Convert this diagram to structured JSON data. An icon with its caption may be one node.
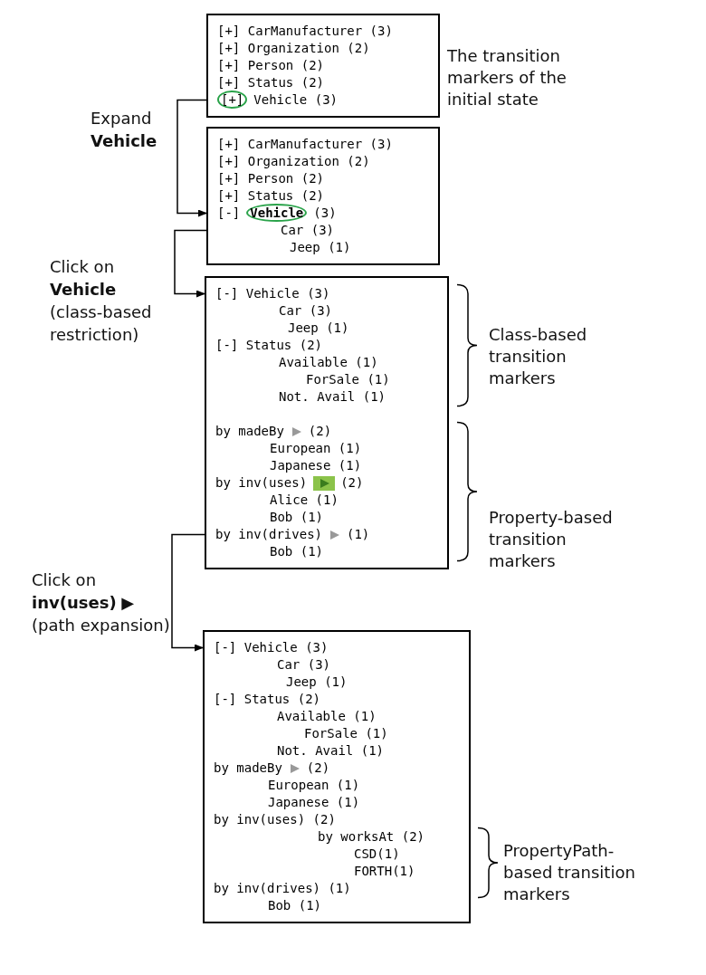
{
  "diagram": {
    "nodes": [
      {
        "text": [
          "[+] CarManufacturer (3)",
          "[+] Organization (2)",
          "[+] Person (2)",
          "[+] Status (2)",
          "[+]",
          "Vehicle (3)"
        ],
        "beside": [
          "The transition markers of the initial state"
        ]
      },
      {
        "text": [
          "[+] CarManufacturer (3)",
          "[+] Organization (2)",
          "[+] Person (2)",
          "[+] Status (2)",
          "[-]",
          "Vehicle",
          "(3)",
          "Car (3)",
          "Jeep (1)"
        ]
      },
      {
        "text": [
          "[-] Vehicle (3)",
          "Car (3)",
          "Jeep (1)",
          "[-] Status (2)",
          "Available (1)",
          "ForSale (1)",
          "Not. Avail (1)",
          "by madeBy",
          "(2)",
          "European (1)",
          "Japanese (1)",
          "by inv(uses)",
          "(2)",
          "Alice (1)",
          "Bob (1)",
          "by inv(drives)",
          "(1)",
          "Bob (1)"
        ],
        "beside": [
          "Class-based transition markers",
          "Property-based transition markers"
        ]
      },
      {
        "text": [
          "[-] Vehicle (3)",
          "Car (3)",
          "Jeep (1)",
          "[-] Status (2)",
          "Available (1)",
          "ForSale (1)",
          "Not. Avail (1)",
          "by madeBy",
          "(2)",
          "European (1)",
          "Japanese (1)",
          "by inv(uses) (2)",
          "by worksAt (2)",
          "CSD(1)",
          "FORTH(1)",
          "by inv(drives) (1)",
          "Bob (1)"
        ],
        "beside": [
          "PropertyPath-based transition markers"
        ]
      }
    ],
    "edges": [
      {
        "from": 0,
        "to": 1,
        "arrow": "to",
        "label": "Expand **Vehicle**"
      },
      {
        "from": 1,
        "to": 2,
        "arrow": "to",
        "label": "Click on **Vehicle** (class-based restriction)"
      },
      {
        "from": 2,
        "to": 3,
        "arrow": "to",
        "label": "Click on **inv(uses)** ▶ (path expansion)"
      }
    ]
  }
}
